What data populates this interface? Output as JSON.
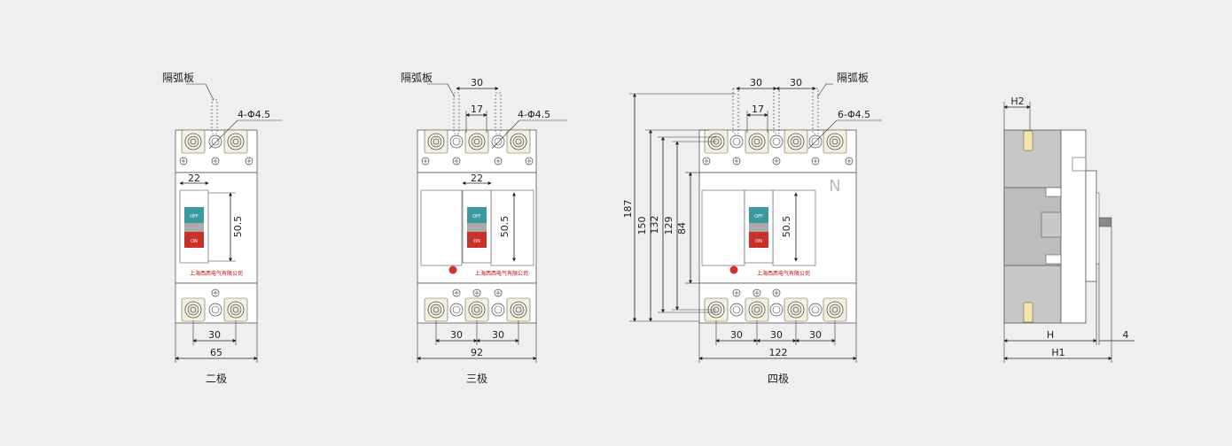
{
  "figures": {
    "two_pole": {
      "arc_plate_label": "隔弧板",
      "hole_label": "4-Φ4.5",
      "dim_22": "22",
      "dim_50_5": "50.5",
      "dim_30": "30",
      "dim_65": "65",
      "caption": "二极",
      "off_label": "OFF",
      "on_label": "ON",
      "brand": "上海西西电气有限公司"
    },
    "three_pole": {
      "arc_plate_label": "隔弧板",
      "hole_label": "4-Φ4.5",
      "dim_30_top": "30",
      "dim_17": "17",
      "dim_22": "22",
      "dim_50_5": "50.5",
      "dim_30_a": "30",
      "dim_30_b": "30",
      "dim_92": "92",
      "caption": "三极",
      "off_label": "OFF",
      "on_label": "ON",
      "brand": "上海西西电气有限公司"
    },
    "four_pole": {
      "arc_plate_label": "隔弧板",
      "hole_label": "6-Φ4.5",
      "dim_30_top_a": "30",
      "dim_30_top_b": "30",
      "dim_17": "17",
      "dim_187": "187",
      "dim_150": "150",
      "dim_132": "132",
      "dim_129": "129",
      "dim_84": "84",
      "dim_50_5": "50.5",
      "n_mark": "N",
      "dim_30_a": "30",
      "dim_30_b": "30",
      "dim_30_c": "30",
      "dim_122": "122",
      "caption": "四极",
      "off_label": "OFF",
      "on_label": "ON",
      "brand": "上海西西电气有限公司"
    },
    "side_view": {
      "dim_h2": "H2",
      "dim_h": "H",
      "dim_h1": "H1",
      "dim_4": "4"
    }
  },
  "colors": {
    "background": "#efefef",
    "off_button": "#3a9aa0",
    "on_button": "#c8302a",
    "indicator": "#d32f2f",
    "side_body": "#c8c8c8",
    "terminal": "#f4f0dc"
  }
}
